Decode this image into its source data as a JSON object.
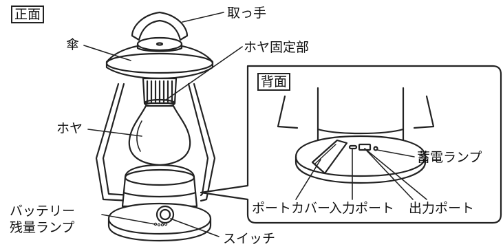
{
  "views": {
    "front_title": "正面",
    "back_title": "背面"
  },
  "labels": {
    "handle": "取っ手",
    "umbrella": "傘",
    "globe_holder": "ホヤ固定部",
    "globe": "ホヤ",
    "battery_lamp_line1": "バッテリー",
    "battery_lamp_line2": "残量ランプ",
    "switch": "スイッチ",
    "charge_lamp": "蓄電ランプ",
    "port_cover": "ポートカバー",
    "input_port": "入力ポート",
    "output_port": "出力ポート"
  }
}
